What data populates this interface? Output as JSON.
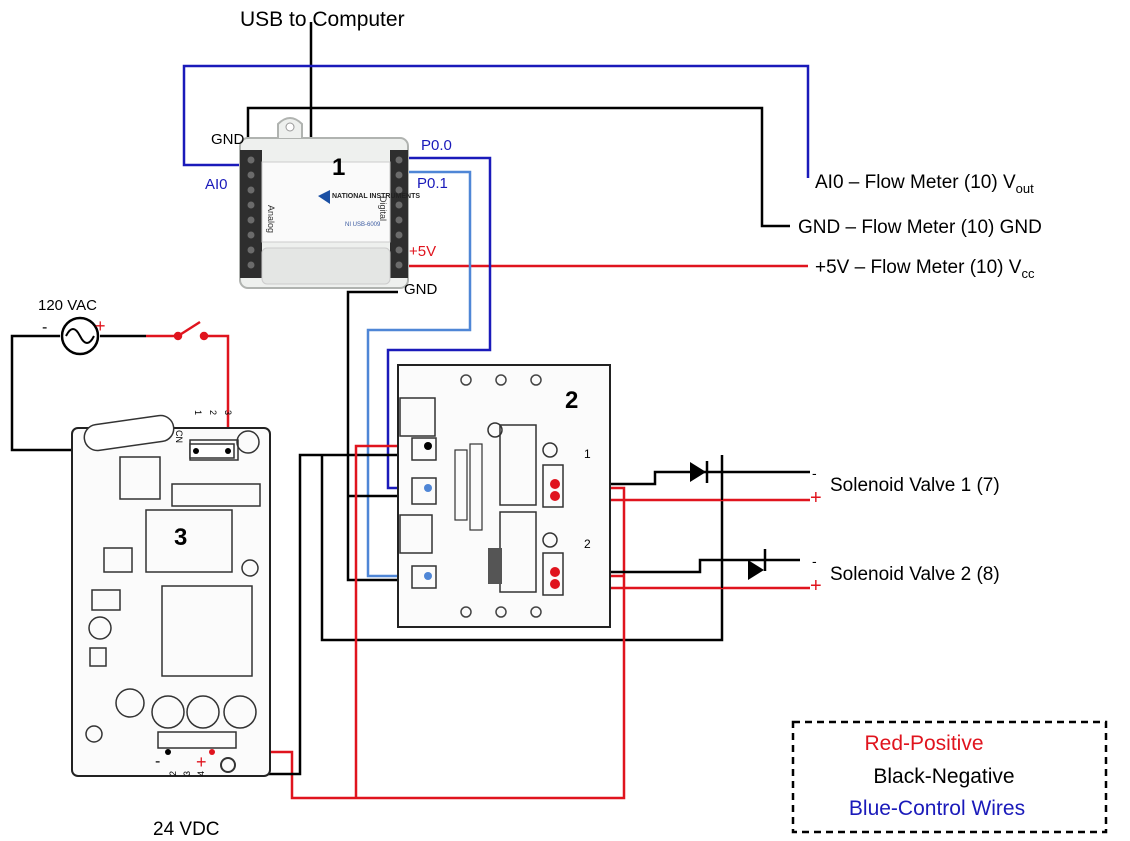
{
  "labels": {
    "usb": "USB to Computer",
    "gnd_top": "GND",
    "ai0": "AI0",
    "p00": "P0.0",
    "p01": "P0.1",
    "plus5v": "+5V",
    "gnd_bottom": "GND",
    "vac": "120 VAC",
    "vdc": "24 VDC",
    "flow_vout": "AI0 – Flow Meter (10) V",
    "flow_vout_sub": "out",
    "flow_gnd": "GND – Flow Meter (10) GND",
    "flow_vcc": "+5V – Flow Meter (10) V",
    "flow_vcc_sub": "cc",
    "sol1": "Solenoid Valve 1 (7)",
    "sol2": "Solenoid Valve 2 (8)",
    "minus": "-",
    "plus": "+"
  },
  "components": {
    "daq_number": "1",
    "relay_number": "2",
    "psu_number": "3",
    "daq_brand": "NATIONAL INSTRUMENTS",
    "daq_model": "NI USB-6009",
    "daq_analog": "Analog",
    "daq_digital": "Digital",
    "relay_ch1": "1",
    "relay_ch2": "2",
    "psu_cn": "CN",
    "psu_pins_top": [
      "1",
      "2",
      "3"
    ],
    "psu_pins_bottom": [
      "2",
      "3",
      "4"
    ]
  },
  "legend": {
    "positive": "Red-Positive",
    "negative": "Black-Negative",
    "control": "Blue-Control Wires"
  },
  "colors": {
    "positive": "#e0141e",
    "negative": "#000000",
    "control": "#1a1aba",
    "control_light": "#4f86d6"
  }
}
